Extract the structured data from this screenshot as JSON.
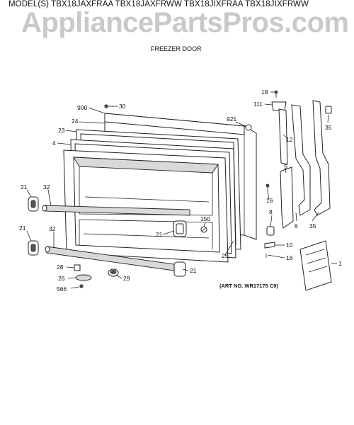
{
  "header": {
    "model_line": "MODEL(S) TBX18JAXFRAA  TBX18JAXFRWW  TBX18JIXFRAA  TBX18JIXFRWW",
    "watermark": "AppliancePartsPros.com",
    "section_title": "FREEZER DOOR"
  },
  "footer": {
    "art_no": "(ART NO. WR17175 C9)"
  },
  "callouts": {
    "c900": "900",
    "c30": "30",
    "c24": "24",
    "c23": "23",
    "c4": "4",
    "c921": "921",
    "c18a": "18",
    "c111": "111",
    "c12": "12",
    "c35a": "35",
    "c35b": "35",
    "c21a": "21",
    "c32a": "32",
    "c21b": "21",
    "c32b": "32",
    "c21c": "21",
    "c21d": "21",
    "c150": "150",
    "c25": "25",
    "c5": "5",
    "c16": "16",
    "c8": "8",
    "c6": "6",
    "c10": "10",
    "c18b": "18",
    "c1": "1",
    "c28": "28",
    "c26": "26",
    "c566": "566",
    "c29": "29"
  }
}
